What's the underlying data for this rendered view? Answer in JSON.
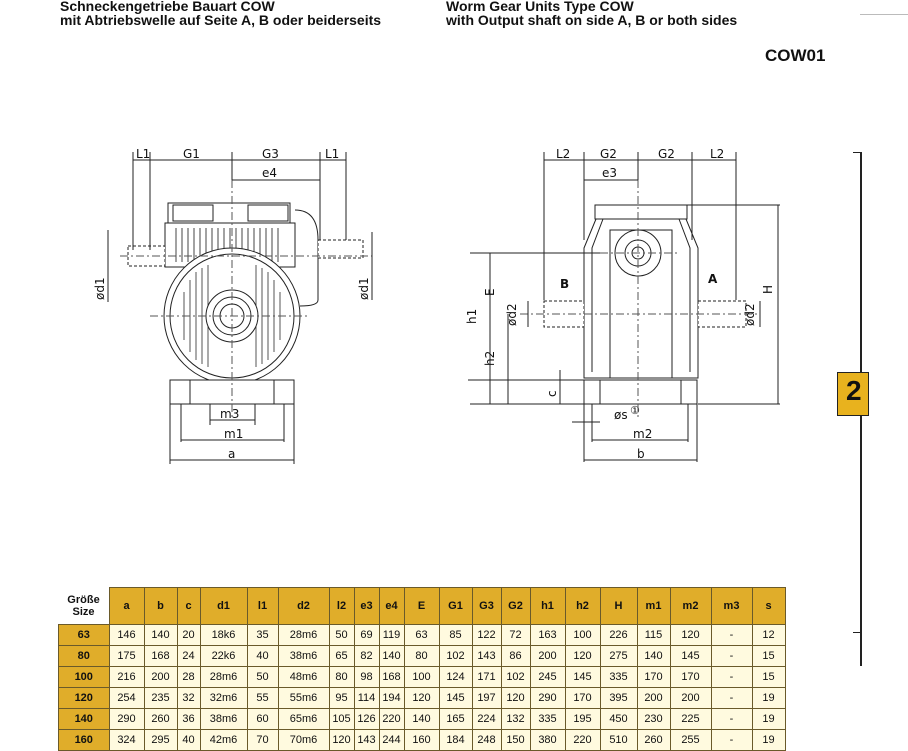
{
  "header": {
    "title_de_line1": "Schneckengetriebe Bauart COW",
    "title_de_line2": "mit Abtriebswelle auf Seite A, B oder beiderseits",
    "title_en_line1": "Worm Gear Units Type COW",
    "title_en_line2": "with Output shaft on side A, B or both sides",
    "model_code": "COW01"
  },
  "chapter_tab": "2",
  "drawing": {
    "left_labels": {
      "l1_a": "L1",
      "g1": "G1",
      "g3": "G3",
      "l1_b": "L1",
      "e4": "e4",
      "d1_a": "ød1",
      "d1_b": "ød1",
      "m3": "m3",
      "m1": "m1",
      "a": "a"
    },
    "right_labels": {
      "l2_a": "L2",
      "g2_a": "G2",
      "g2_b": "G2",
      "l2_b": "L2",
      "e3": "e3",
      "side_b": "B",
      "side_a": "A",
      "h1": "h1",
      "e": "E",
      "h2": "h2",
      "h": "H",
      "d2_a": "ød2",
      "d2_b": "ød2",
      "c": "c",
      "s": "øs",
      "note": "①",
      "m2": "m2",
      "b": "b"
    }
  },
  "table": {
    "size_header": "Größe\nSize",
    "columns": [
      "a",
      "b",
      "c",
      "d1",
      "l1",
      "d2",
      "l2",
      "e3",
      "e4",
      "E",
      "G1",
      "G3",
      "G2",
      "h1",
      "h2",
      "H",
      "m1",
      "m2",
      "m3",
      "s"
    ],
    "rows": [
      {
        "size": "63",
        "values": [
          "146",
          "140",
          "20",
          "18k6",
          "35",
          "28m6",
          "50",
          "69",
          "119",
          "63",
          "85",
          "122",
          "72",
          "163",
          "100",
          "226",
          "115",
          "120",
          "-",
          "12"
        ]
      },
      {
        "size": "80",
        "values": [
          "175",
          "168",
          "24",
          "22k6",
          "40",
          "38m6",
          "65",
          "82",
          "140",
          "80",
          "102",
          "143",
          "86",
          "200",
          "120",
          "275",
          "140",
          "145",
          "-",
          "15"
        ]
      },
      {
        "size": "100",
        "values": [
          "216",
          "200",
          "28",
          "28m6",
          "50",
          "48m6",
          "80",
          "98",
          "168",
          "100",
          "124",
          "171",
          "102",
          "245",
          "145",
          "335",
          "170",
          "170",
          "-",
          "15"
        ]
      },
      {
        "size": "120",
        "values": [
          "254",
          "235",
          "32",
          "32m6",
          "55",
          "55m6",
          "95",
          "114",
          "194",
          "120",
          "145",
          "197",
          "120",
          "290",
          "170",
          "395",
          "200",
          "200",
          "-",
          "19"
        ]
      },
      {
        "size": "140",
        "values": [
          "290",
          "260",
          "36",
          "38m6",
          "60",
          "65m6",
          "105",
          "126",
          "220",
          "140",
          "165",
          "224",
          "132",
          "335",
          "195",
          "450",
          "230",
          "225",
          "-",
          "19"
        ]
      },
      {
        "size": "160",
        "values": [
          "324",
          "295",
          "40",
          "42m6",
          "70",
          "70m6",
          "120",
          "143",
          "244",
          "160",
          "184",
          "248",
          "150",
          "380",
          "220",
          "510",
          "260",
          "255",
          "-",
          "19"
        ]
      }
    ]
  }
}
